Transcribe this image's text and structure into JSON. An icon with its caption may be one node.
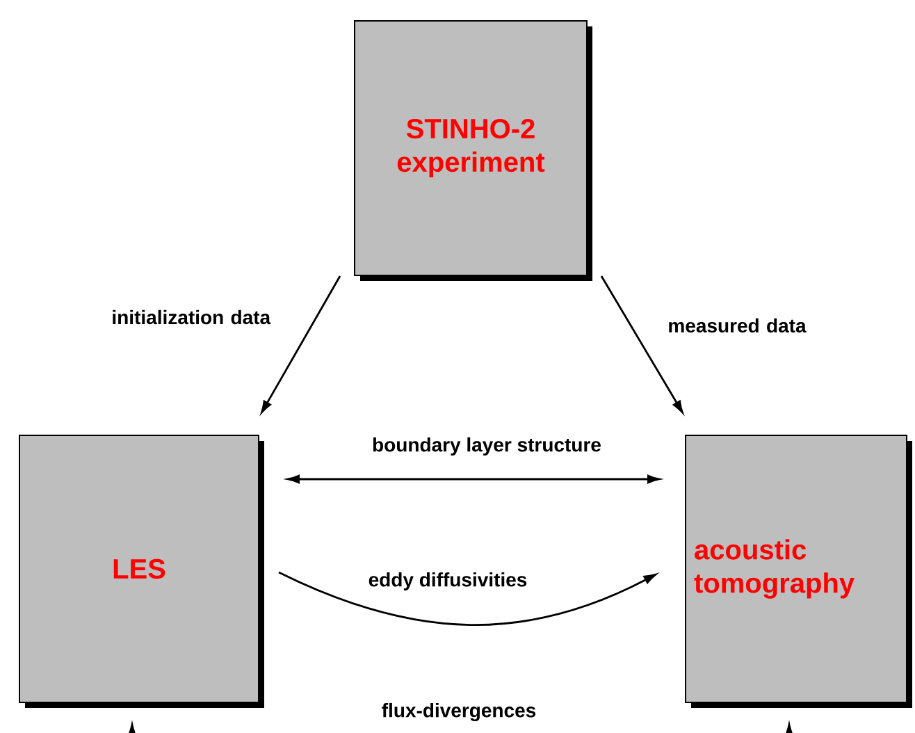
{
  "diagram": {
    "nodes": [
      {
        "text": [
          "STINHO-2 experiment"
        ]
      },
      {
        "text": [
          "LES"
        ]
      },
      {
        "text": [
          "acoustic tomography"
        ]
      }
    ],
    "edges": [
      {
        "from": 0,
        "to": 1,
        "arrow": "to",
        "label": "initialization data"
      },
      {
        "from": 0,
        "to": 2,
        "arrow": "to",
        "label": "measured data"
      },
      {
        "from": 1,
        "to": 2,
        "arrow": "both",
        "label": "boundary layer structure"
      },
      {
        "from": 1,
        "to": 2,
        "arrow": "to",
        "label": "eddy diffusivities"
      },
      {
        "from": null,
        "to": 1,
        "arrow": "to"
      },
      {
        "from": null,
        "to": 2,
        "arrow": "to"
      }
    ],
    "labels": [
      "flux-divergences"
    ]
  }
}
